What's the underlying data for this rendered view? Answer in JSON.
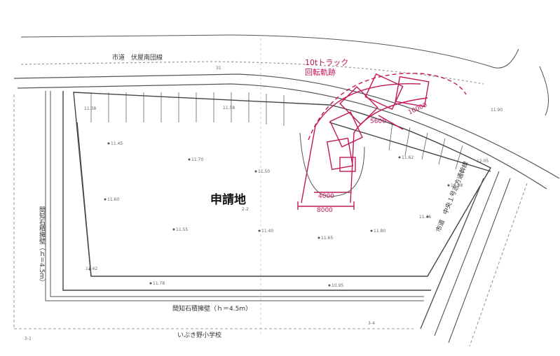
{
  "map": {
    "site_label": "申請地",
    "site_lot": "2-2",
    "top_road_label": "市道　伏屋南団線",
    "right_road_label": "市道　中央１号志方通幹線",
    "bottom_wall_label": "間知石積擁壁（ｈ＝4.5m）",
    "left_wall_label": "間知石積擁壁（ｈ＝4.5m）",
    "school_label": "いぶき野小学校",
    "truck_label_line1": "10tトラック",
    "truck_label_line2": "回転軌跡",
    "dimension_labels": [
      "4000",
      "8000",
      "5600",
      "10000"
    ],
    "elevation_labels": [
      "11.45",
      "11.70",
      "11.50",
      "11.60",
      "11.55",
      "11.40",
      "11.65",
      "11.80",
      "11.46",
      "11.62",
      "10.88",
      "11.78",
      "10.95",
      "11.42",
      "11.38",
      "11.58",
      "12.05",
      "11.90"
    ],
    "corner_labels": [
      "3-1",
      "3-4",
      "31"
    ],
    "colors": {
      "plan_line": "#444444",
      "grid_line": "#aaaaaa",
      "truck_path": "#c2185b"
    }
  }
}
